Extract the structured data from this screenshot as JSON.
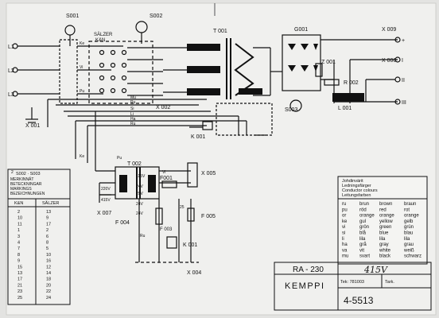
{
  "switches": {
    "s001": "S001",
    "s002": "S002",
    "brand_line1": "SÄLZER",
    "brand_line2": "K&N",
    "s003": "S003"
  },
  "line_labels": {
    "l1": "L1",
    "l2": "L2",
    "l3": "L3"
  },
  "components": {
    "t001": "T 001",
    "g001": "G001",
    "z001": "Z 001",
    "r002": "R 002",
    "l001": "L 001",
    "x009": "X 009",
    "x006": "X 006",
    "x002": "X 002",
    "x001": "X 001",
    "k001_top": "K 001",
    "t002": "T 002",
    "f001": "F001",
    "x005": "X 005",
    "x007": "X 007",
    "f004": "F 004",
    "f003": "F 003",
    "f005": "F 005",
    "k001_bottom": "K 001",
    "x004": "X 004"
  },
  "terminals": {
    "plus": "+",
    "i": "I",
    "ii": "II",
    "iii": "III"
  },
  "voltages": {
    "v115": "115V",
    "v220": "220V",
    "v415": "415V",
    "v24_out": "24V",
    "v29": "29V",
    "v24_a": "24V",
    "v24_b": "24V",
    "f25": "25"
  },
  "wire_labels": {
    "ke": "Ke",
    "vi": "Vi",
    "pu": "Pu",
    "mu": "Mu",
    "ru": "Ru",
    "si": "Si",
    "li": "Li",
    "ha": "Ha",
    "ru2": "Ru",
    "ru3": "Ru",
    "pu2": "Pu",
    "vi2": "Vi",
    "ke2": "Ke"
  },
  "table": {
    "header": [
      "S002 · S003",
      "MERKINNÄT",
      "BETECKNINGAR",
      "MARKINGS",
      "BEZEICHNUNGEN"
    ],
    "col_headers": [
      "K&N",
      "SÄLZER"
    ],
    "rows": [
      [
        "2",
        "13"
      ],
      [
        "10",
        "9"
      ],
      [
        "11",
        "17"
      ],
      [
        "1",
        "2"
      ],
      [
        "3",
        "6"
      ],
      [
        "4",
        "8"
      ],
      [
        "7",
        "5"
      ],
      [
        "8",
        "10"
      ],
      [
        "9",
        "16"
      ],
      [
        "15",
        "12"
      ],
      [
        "13",
        "14"
      ],
      [
        "17",
        "18"
      ],
      [
        "21",
        "20"
      ],
      [
        "23",
        "22"
      ],
      [
        "25",
        "24"
      ]
    ]
  },
  "colours": {
    "title_lines": [
      "Johdinvärit",
      "Ledningsfärger",
      "Conductor colours",
      "Leitungsfarben"
    ],
    "rows": [
      [
        "ru",
        "brun",
        "brown",
        "braun"
      ],
      [
        "pu",
        "röd",
        "red",
        "rot"
      ],
      [
        "or",
        "orange",
        "orange",
        "orange"
      ],
      [
        "ke",
        "gul",
        "yellow",
        "gelb"
      ],
      [
        "vi",
        "grön",
        "green",
        "grün"
      ],
      [
        "si",
        "blå",
        "blue",
        "blau"
      ],
      [
        "li",
        "lila",
        "lila",
        "lila"
      ],
      [
        "ha",
        "grå",
        "gray",
        "grau"
      ],
      [
        "va",
        "vit",
        "white",
        "weiß"
      ],
      [
        "mu",
        "svart",
        "black",
        "schwarz"
      ]
    ]
  },
  "title_block": {
    "model": "RA - 230",
    "voltage": "415V",
    "tek": "Tek: 781003",
    "tark": "Tark.",
    "company": "KEMPPI",
    "drawing_no": "4-5513"
  },
  "table_tick": "2"
}
